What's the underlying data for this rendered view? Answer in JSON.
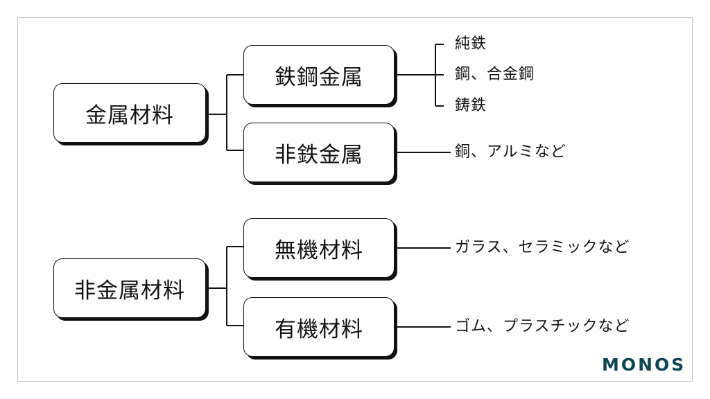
{
  "root1": {
    "label": "金属材料",
    "children": [
      {
        "label": "鉄鋼金属",
        "items": [
          "純鉄",
          "鋼、合金鋼",
          "鋳鉄"
        ]
      },
      {
        "label": "非鉄金属",
        "items": [
          "銅、アルミなど"
        ]
      }
    ]
  },
  "root2": {
    "label": "非金属材料",
    "children": [
      {
        "label": "無機材料",
        "items": [
          "ガラス、セラミックなど"
        ]
      },
      {
        "label": "有機材料",
        "items": [
          "ゴム、プラスチックなど"
        ]
      }
    ]
  },
  "logo": "monos",
  "colors": {
    "line": "#111111",
    "frame": "#b8c4cc",
    "logo": "#0e4454"
  }
}
